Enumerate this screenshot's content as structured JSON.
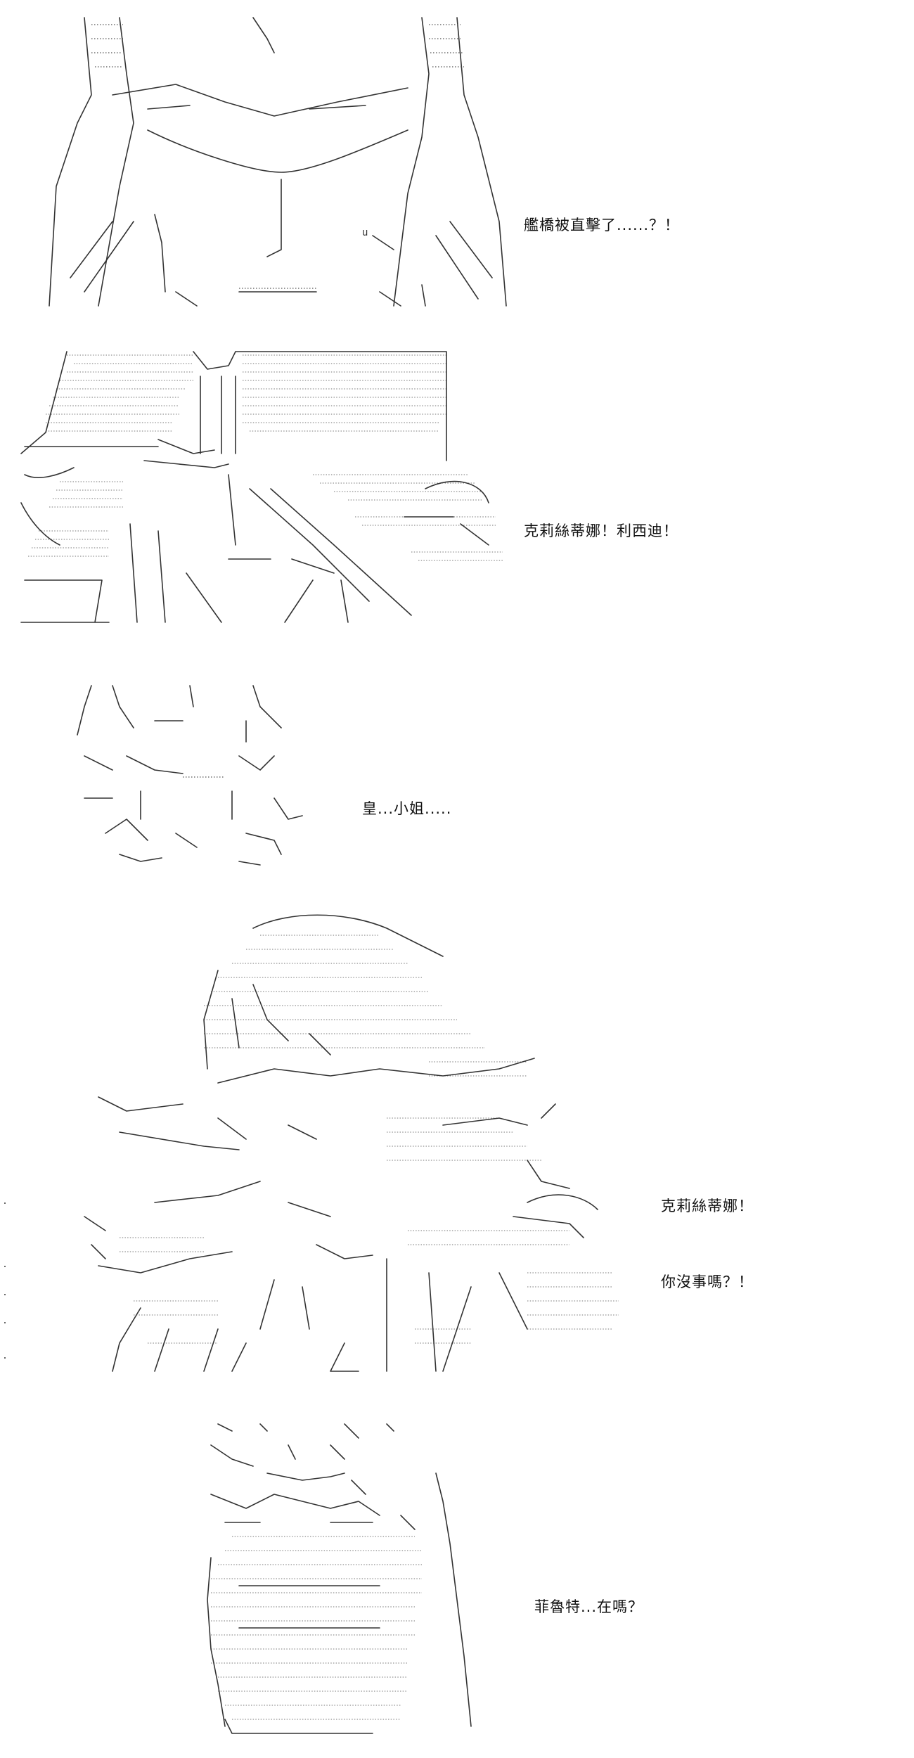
{
  "panels": [
    {
      "id": "panel-1",
      "caption_lines": [
        "艦橋被直擊了......？！"
      ]
    },
    {
      "id": "panel-2",
      "caption_lines": [
        "克莉絲蒂娜！利西迪！"
      ]
    },
    {
      "id": "panel-3",
      "caption_lines": [
        "皇...小姐....."
      ]
    },
    {
      "id": "panel-4",
      "caption_lines": [
        "克莉絲蒂娜！",
        "你沒事嗎？！"
      ]
    },
    {
      "id": "panel-5",
      "caption_lines": [
        "菲魯特...在嗎？"
      ]
    }
  ]
}
